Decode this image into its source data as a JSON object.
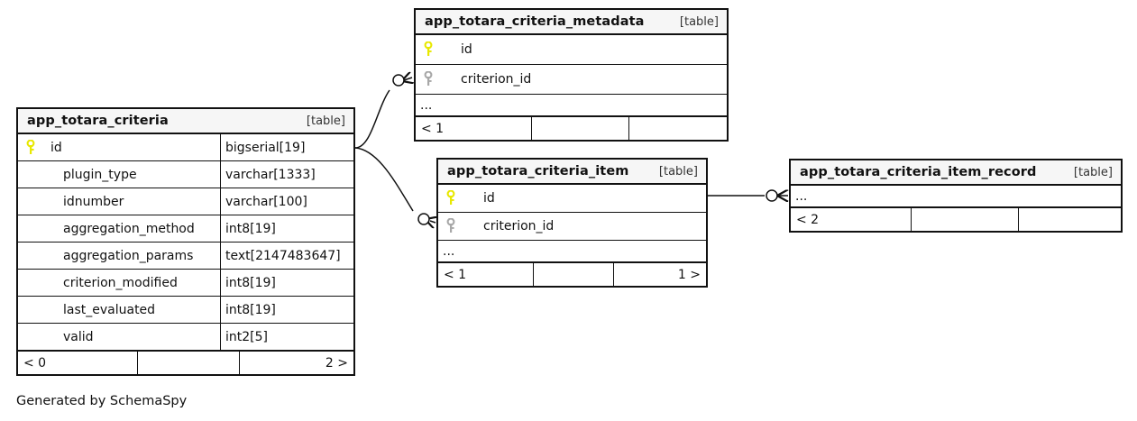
{
  "diagram": {
    "type": "entity-relationship-diagram",
    "caption": "Generated by SchemaSpy",
    "table_tag": "[table]",
    "ellipsis": "...",
    "key_colors": {
      "primary": "#e8e800",
      "foreign": "#a8a8a8"
    },
    "line_color": "#111111",
    "background": "#ffffff",
    "header_background": "#f6f6f6"
  },
  "tables": {
    "criteria": {
      "name": "app_totara_criteria",
      "tag": "[table]",
      "columns": [
        {
          "key": "primary",
          "name": "id",
          "type": "bigserial[19]"
        },
        {
          "key": "none",
          "name": "plugin_type",
          "type": "varchar[1333]"
        },
        {
          "key": "none",
          "name": "idnumber",
          "type": "varchar[100]"
        },
        {
          "key": "none",
          "name": "aggregation_method",
          "type": "int8[19]"
        },
        {
          "key": "none",
          "name": "aggregation_params",
          "type": "text[2147483647]"
        },
        {
          "key": "none",
          "name": "criterion_modified",
          "type": "int8[19]"
        },
        {
          "key": "none",
          "name": "last_evaluated",
          "type": "int8[19]"
        },
        {
          "key": "none",
          "name": "valid",
          "type": "int2[5]"
        }
      ],
      "footer": {
        "left": "< 0",
        "middle": "",
        "right": "2 >"
      }
    },
    "metadata": {
      "name": "app_totara_criteria_metadata",
      "tag": "[table]",
      "columns": [
        {
          "key": "primary",
          "name": "id",
          "type": ""
        },
        {
          "key": "foreign",
          "name": "criterion_id",
          "type": ""
        }
      ],
      "has_ellipsis": true,
      "footer": {
        "left": "< 1",
        "middle": "",
        "right": ""
      }
    },
    "item": {
      "name": "app_totara_criteria_item",
      "tag": "[table]",
      "columns": [
        {
          "key": "primary",
          "name": "id",
          "type": ""
        },
        {
          "key": "foreign",
          "name": "criterion_id",
          "type": ""
        }
      ],
      "has_ellipsis": true,
      "footer": {
        "left": "< 1",
        "middle": "",
        "right": "1 >"
      }
    },
    "record": {
      "name": "app_totara_criteria_item_record",
      "tag": "[table]",
      "columns": [],
      "has_ellipsis": true,
      "footer": {
        "left": "< 2",
        "middle": "",
        "right": ""
      }
    }
  },
  "relationships": [
    {
      "from": "app_totara_criteria",
      "from_column": "id",
      "to": "app_totara_criteria_metadata",
      "to_column": "criterion_id",
      "style": "curved",
      "optional": true
    },
    {
      "from": "app_totara_criteria",
      "from_column": "id",
      "to": "app_totara_criteria_item",
      "to_column": "criterion_id",
      "style": "curved",
      "optional": true
    },
    {
      "from": "app_totara_criteria_item",
      "from_column": "id",
      "to": "app_totara_criteria_item_record",
      "to_column": "",
      "style": "straight",
      "optional": true
    }
  ]
}
